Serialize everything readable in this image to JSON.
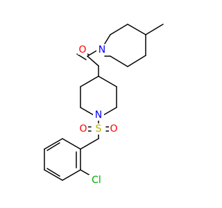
{
  "molecule": {
    "atoms": {
      "oxygen_carbonyl": "O",
      "nitrogen_methylpiperidine": "N",
      "nitrogen_sulfonyl_piperidine": "N",
      "sulfur": "S",
      "oxygen_sulfonyl_left": "O",
      "oxygen_sulfonyl_right": "O",
      "chlorine": "Cl"
    },
    "colors": {
      "bond": "#000000",
      "oxygen": "#ff0000",
      "nitrogen": "#0000ff",
      "sulfur": "#b3b300",
      "chlorine": "#00aa00"
    }
  }
}
